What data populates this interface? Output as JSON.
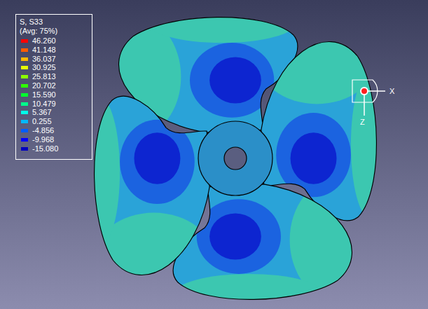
{
  "diagram": {
    "labels": [
      "S, S33",
      "(Avg: 75%)",
      "X",
      "Z"
    ],
    "legend": [
      {
        "text": "46.260",
        "color": "#ff0000"
      },
      {
        "text": "41.148",
        "color": "#ff5c00"
      },
      {
        "text": "36.037",
        "color": "#ffb900"
      },
      {
        "text": "30.925",
        "color": "#e8ff00"
      },
      {
        "text": "25.813",
        "color": "#8bff00"
      },
      {
        "text": "20.702",
        "color": "#2eff00"
      },
      {
        "text": "15.590",
        "color": "#00ff2e"
      },
      {
        "text": "10.479",
        "color": "#00ff8b"
      },
      {
        "text": "5.367",
        "color": "#00ffe8"
      },
      {
        "text": "0.255",
        "color": "#00b9ff"
      },
      {
        "text": "-4.856",
        "color": "#005cff"
      },
      {
        "text": "-9.968",
        "color": "#0000ff"
      },
      {
        "text": "-15.080",
        "color": "#0000c0"
      }
    ]
  }
}
